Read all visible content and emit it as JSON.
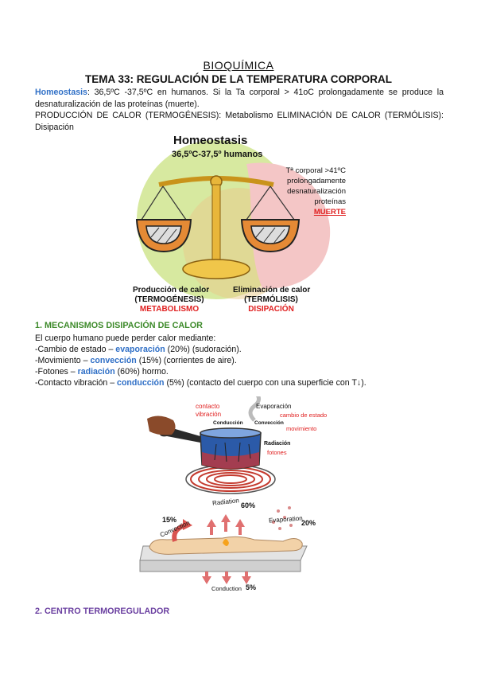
{
  "header": {
    "subject": "BIOQUÍMICA",
    "title": "TEMA 33: REGULACIÓN DE LA TEMPERATURA CORPORAL"
  },
  "intro": {
    "term": "Homeostasis",
    "text": ": 36,5ºC -37,5ºC en humanos. Si la Ta corporal > 41oC prolongadamente se produce la desnaturalización de las proteínas (muerte).",
    "production": "PRODUCCIÓN DE CALOR (TERMOGÉNESIS): Metabolismo ELIMINACIÓN DE CALOR (TERMÓLISIS): Disipación"
  },
  "figure1": {
    "title": "Homeostasis",
    "subtitle": "36,5ºC-37,5º humanos",
    "note_lines": [
      "Tª corporal >41ºC",
      "prolongadamente",
      "desnaturalización",
      "proteínas"
    ],
    "note_death": "MUERTE",
    "left_label1": "Producción de calor",
    "left_label2": "(TERMOGÉNESIS)",
    "left_label3": "METABOLISMO",
    "right_label1": "Eliminación de calor",
    "right_label2": "(TERMÓLISIS)",
    "right_label3": "DISIPACIÓN"
  },
  "section1": {
    "heading": "1. MECANISMOS DISIPACIÓN DE CALOR",
    "intro": "El cuerpo humano puede perder calor mediante:",
    "items": [
      {
        "prefix": "-Cambio de estado – ",
        "term": "evaporación",
        "suffix": " (20%) (sudoración)."
      },
      {
        "prefix": "-Movimiento – ",
        "term": "convección",
        "suffix": " (15%) (corrientes de aire)."
      },
      {
        "prefix": "-Fotones – ",
        "term": "radiación",
        "suffix": " (60%) hormo."
      },
      {
        "prefix": "-Contacto vibración – ",
        "term": "conducción",
        "suffix": " (5%) (contacto del cuerpo con una superficie con T↓)."
      }
    ]
  },
  "figure2": {
    "contacto": "contacto",
    "vibracion": "vibración",
    "conduccion": "Conducción",
    "evaporacion": "Evaporación",
    "cambio": "cambio de estado",
    "conveccion": "Convección",
    "movimiento": "movimiento",
    "radiacion": "Radiación",
    "fotones": "fotones"
  },
  "figure3": {
    "radiation": "Radiation",
    "radiation_pct": "60%",
    "evaporation": "Evaporation",
    "evaporation_pct": "20%",
    "convection_pct": "15%",
    "convection": "Convection",
    "conduction": "Conduction",
    "conduction_pct": "5%"
  },
  "section2": {
    "heading": "2. CENTRO TERMOREGULADOR"
  },
  "colors": {
    "blue_term": "#2f6fc6",
    "green_heading": "#3d8a2a",
    "purple_heading": "#6a3fa0",
    "red_label": "#e02020"
  }
}
